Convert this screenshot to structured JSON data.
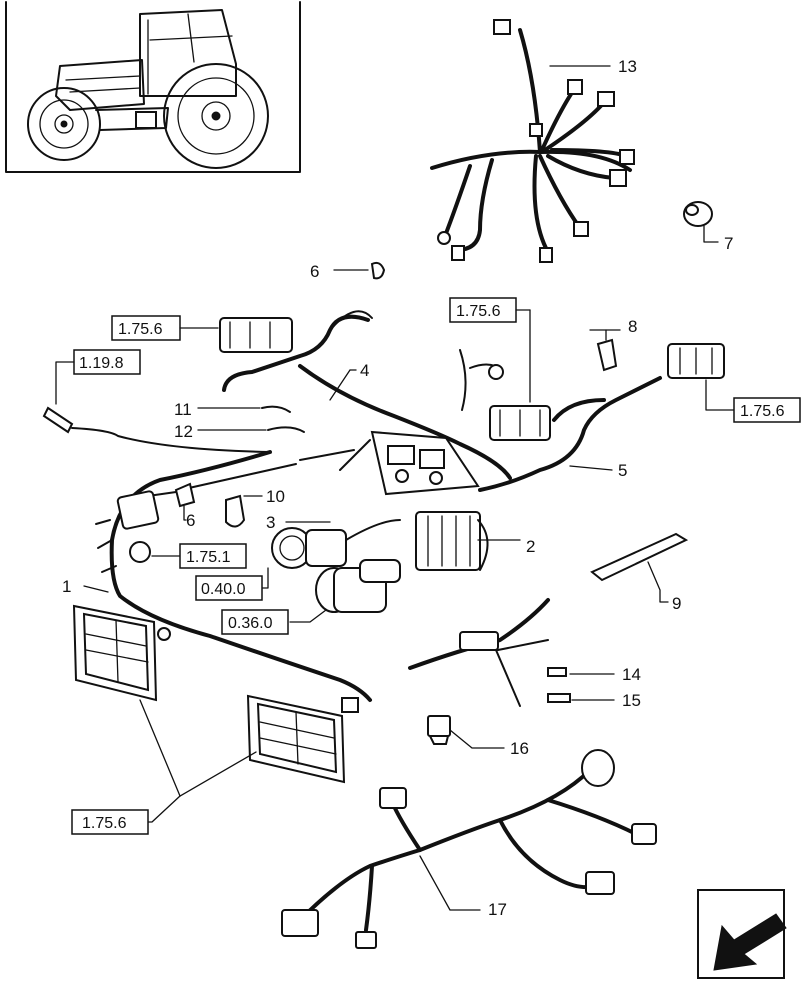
{
  "callouts": {
    "c1": "1",
    "c2": "2",
    "c3": "3",
    "c4": "4",
    "c5": "5",
    "c6a": "6",
    "c6b": "6",
    "c7": "7",
    "c8": "8",
    "c9": "9",
    "c10": "10",
    "c11": "11",
    "c12": "12",
    "c13": "13",
    "c14": "14",
    "c15": "15",
    "c16": "16",
    "c17": "17"
  },
  "references": {
    "r_1756_top_left": "1.75.6",
    "r_1198": "1.19.8",
    "r_1756_mid": "1.75.6",
    "r_1756_right": "1.75.6",
    "r_1751": "1.75.1",
    "r_0400": "0.40.0",
    "r_0360": "0.36.0",
    "r_1756_bottom": "1.75.6"
  },
  "icons": {
    "tractor": "tractor-illustration",
    "nav_arrow": "arrow-back-icon"
  }
}
